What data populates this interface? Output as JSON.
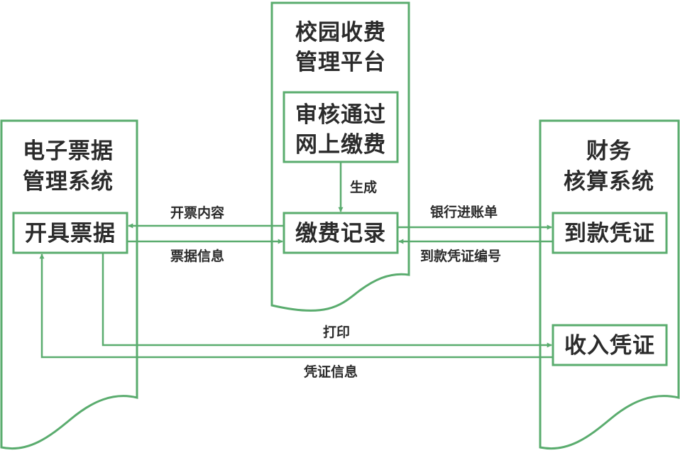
{
  "colors": {
    "stroke": "#5aac6e",
    "text": "#2b2b2b",
    "background": "#ffffff"
  },
  "systems": {
    "campus": {
      "line1": "校园收费",
      "line2": "管理平台"
    },
    "invoice": {
      "line1": "电子票据",
      "line2": "管理系统"
    },
    "finance": {
      "line1": "财务",
      "line2": "核算系统"
    }
  },
  "boxes": {
    "approve": {
      "line1": "审核通过",
      "line2": "网上缴费"
    },
    "payment_record": "缴费记录",
    "issue_invoice": "开具票据",
    "receipt_voucher": "到款凭证",
    "income_voucher": "收入凭证"
  },
  "flows": {
    "generate": "生成",
    "invoice_content": "开票内容",
    "invoice_info": "票据信息",
    "bank_entry": "银行进账单",
    "voucher_number": "到款凭证编号",
    "print": "打印",
    "voucher_info": "凭证信息"
  }
}
